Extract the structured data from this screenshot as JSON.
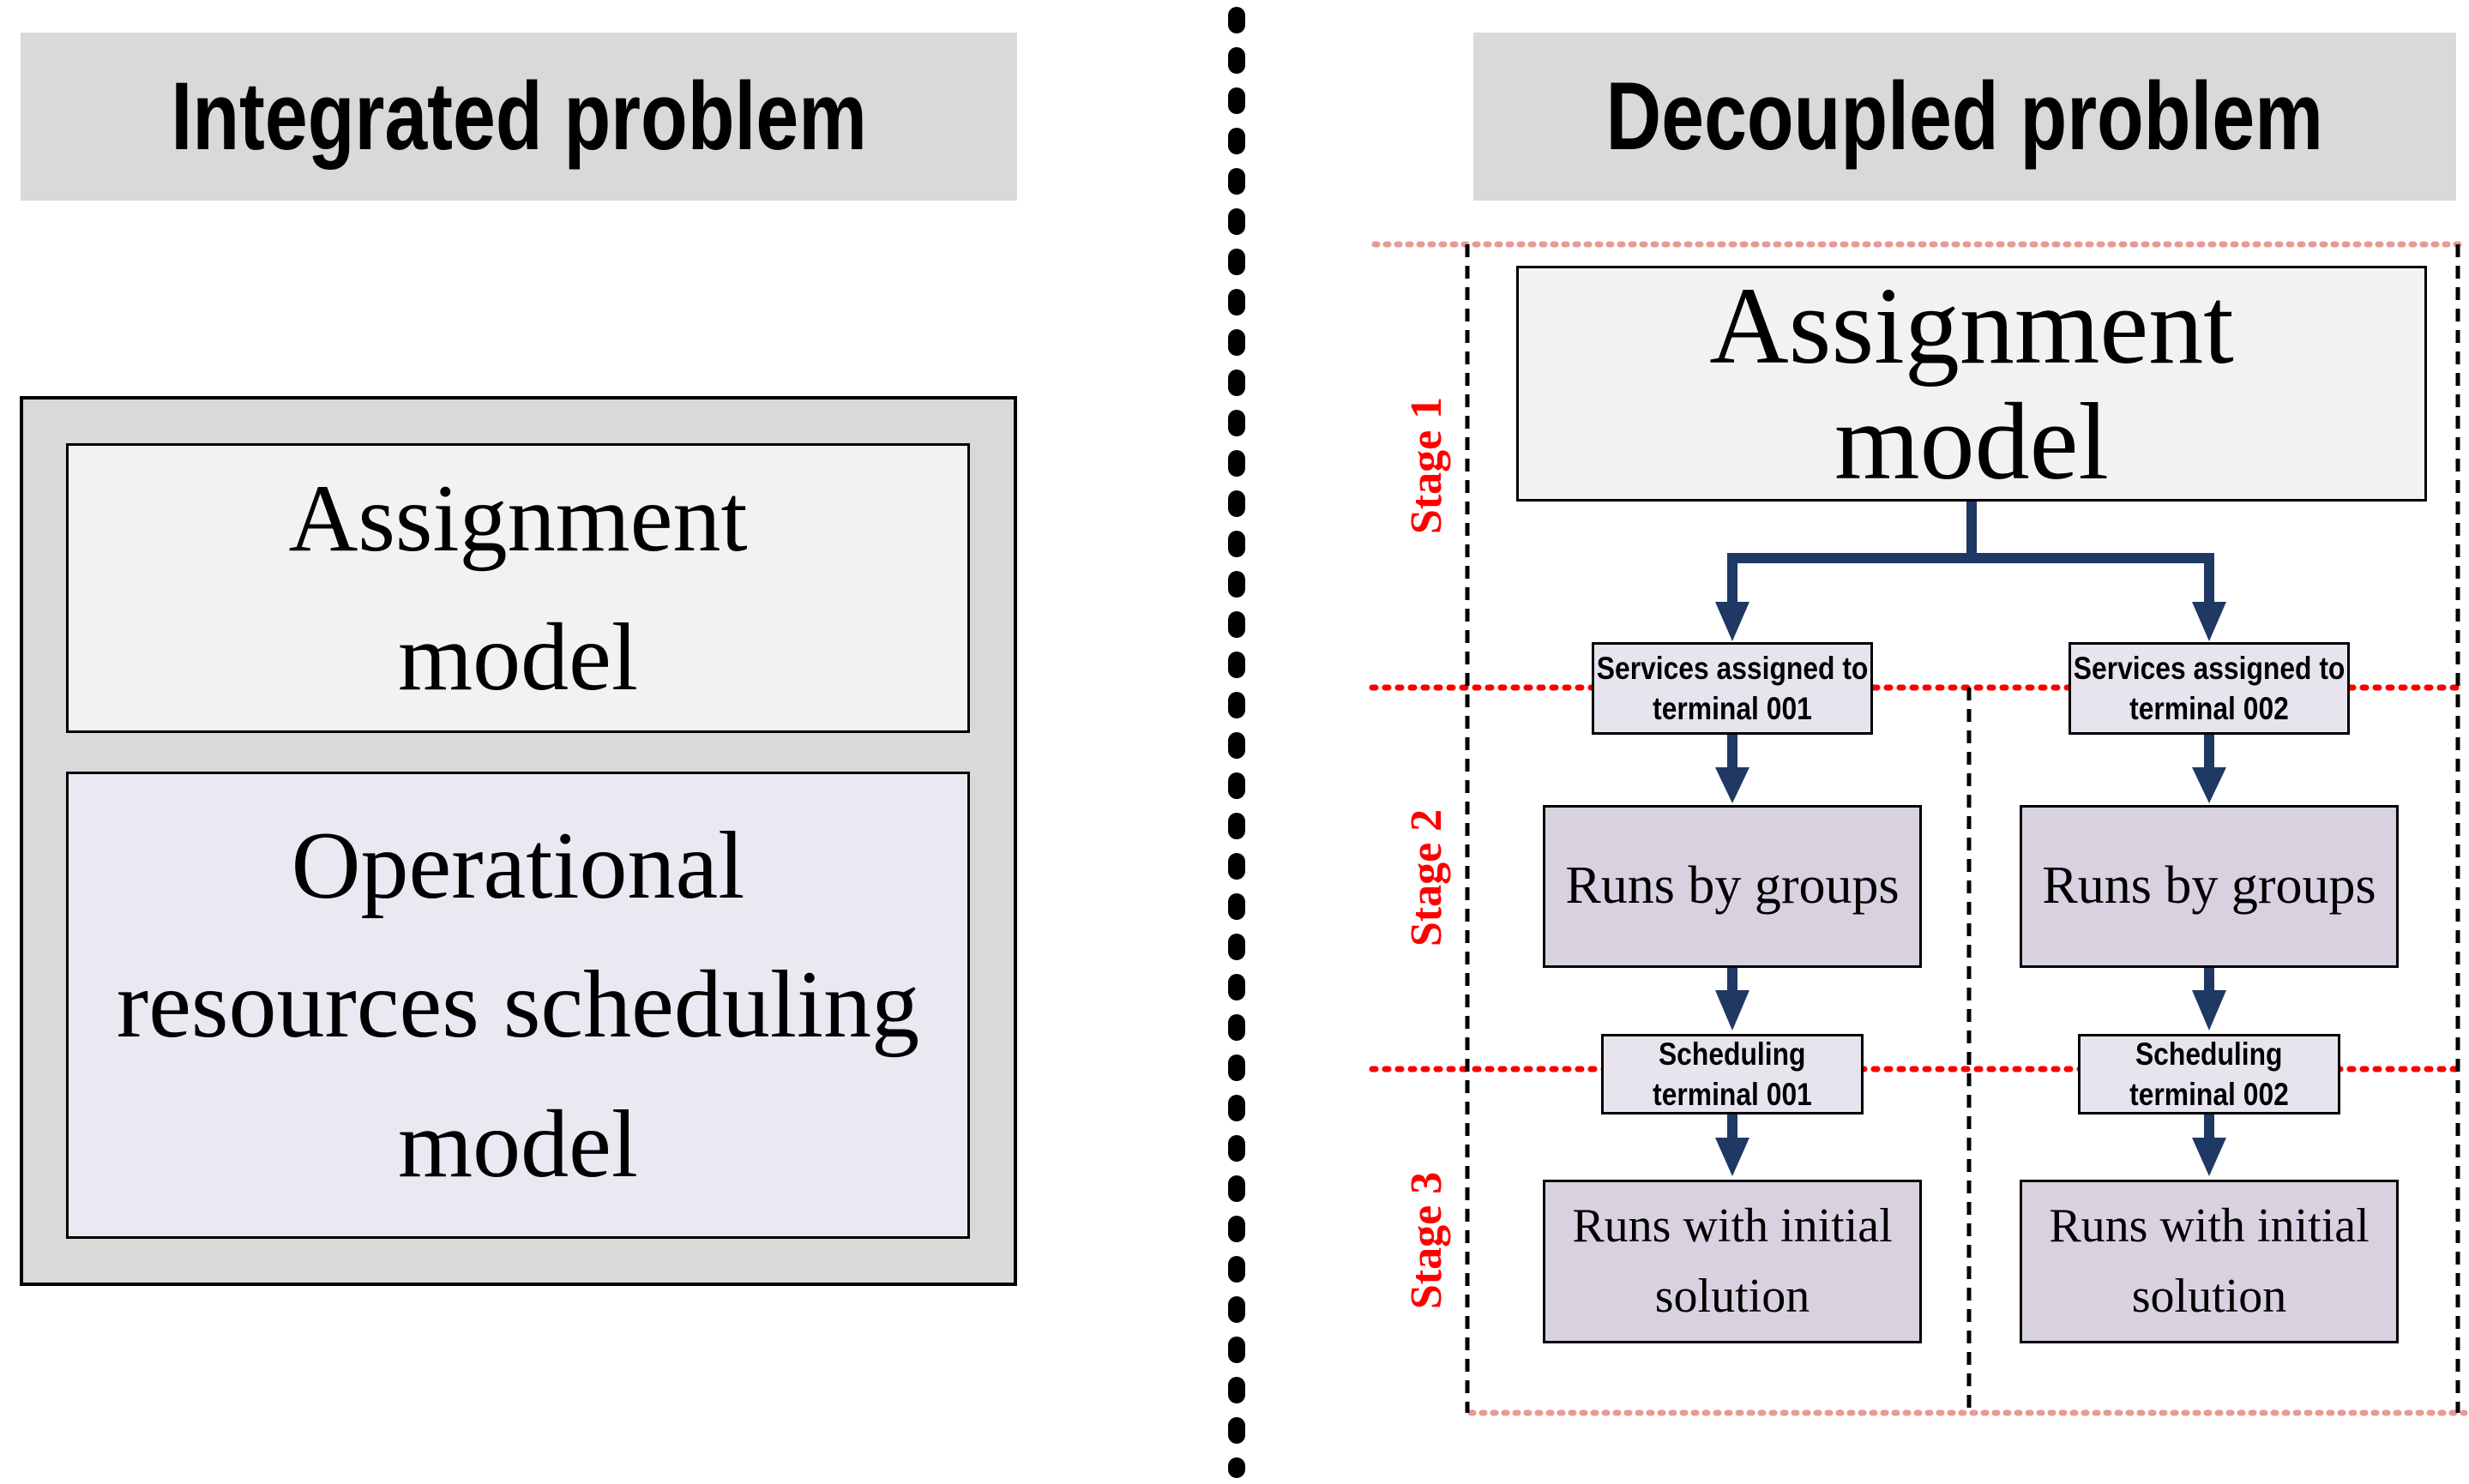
{
  "left_panel": {
    "header": "Integrated problem",
    "assignment_box": {
      "lines": [
        "Assignment",
        "model"
      ]
    },
    "operational_box": {
      "lines": [
        "Operational",
        "resources scheduling",
        "model"
      ]
    }
  },
  "right_panel": {
    "header": "Decoupled problem",
    "stage_labels": [
      "Stage 1",
      "Stage 2",
      "Stage 3"
    ],
    "assignment_box": {
      "lines": [
        "Assignment",
        "model"
      ]
    },
    "columns": [
      {
        "services_box": {
          "lines": [
            "Services assigned to",
            "terminal 001"
          ]
        },
        "runs_box": {
          "label": "Runs by groups"
        },
        "scheduling_box": {
          "lines": [
            "Scheduling",
            "terminal 001"
          ]
        },
        "final_box": {
          "lines": [
            "Runs with initial",
            "solution"
          ]
        }
      },
      {
        "services_box": {
          "lines": [
            "Services assigned to",
            "terminal 002"
          ]
        },
        "runs_box": {
          "label": "Runs by groups"
        },
        "scheduling_box": {
          "lines": [
            "Scheduling",
            "terminal 002"
          ]
        },
        "final_box": {
          "lines": [
            "Runs with initial",
            "solution"
          ]
        }
      }
    ]
  },
  "colors": {
    "header_fill": "#d9d9d9",
    "container_fill": "#d9d9d9",
    "assignment_fill": "#f2f2f2",
    "operational_fill": "#ece8f1",
    "services_fill": "#e8e4ee",
    "runs_fill": "#d8d2e0",
    "arrow_navy": "#1f3864",
    "stage_red": "#ff0000",
    "dotted_red": "#fa0000",
    "dotted_salmon": "#e89a94",
    "line_black": "#000000",
    "page_bg": "#ffffff"
  }
}
